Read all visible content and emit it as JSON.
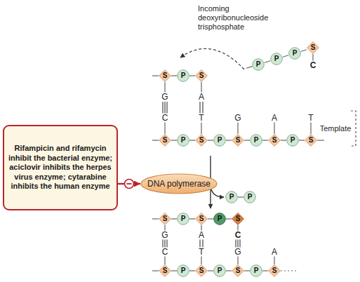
{
  "diagram": {
    "nodes": [
      {
        "text": [
          "P"
        ]
      },
      {
        "text": [
          "P"
        ]
      },
      {
        "text": [
          "P"
        ]
      },
      {
        "text": [
          "S"
        ]
      },
      {
        "text": [
          "S"
        ]
      },
      {
        "text": [
          "P"
        ]
      },
      {
        "text": [
          "S"
        ]
      },
      {
        "text": [
          "S"
        ]
      },
      {
        "text": [
          "P"
        ]
      },
      {
        "text": [
          "S"
        ]
      },
      {
        "text": [
          "P"
        ]
      },
      {
        "text": [
          "S"
        ]
      },
      {
        "text": [
          "P"
        ]
      },
      {
        "text": [
          "S"
        ]
      },
      {
        "text": [
          "P"
        ]
      },
      {
        "text": [
          "S"
        ]
      },
      {
        "text": [
          "Rifampicin and rifamycin inhibit the bacterial enzyme; aciclovir inhibits the herpes virus enzyme; cytarabine inhibits the human enzyme"
        ]
      },
      {
        "text": [
          "DNA polymerase"
        ]
      },
      {
        "text": [
          "P"
        ]
      },
      {
        "text": [
          "P"
        ]
      },
      {
        "text": [
          "S"
        ]
      },
      {
        "text": [
          "P"
        ]
      },
      {
        "text": [
          "S"
        ]
      },
      {
        "text": [
          "P"
        ]
      },
      {
        "text": [
          "S"
        ]
      },
      {
        "text": [
          "S"
        ]
      },
      {
        "text": [
          "P"
        ]
      },
      {
        "text": [
          "S"
        ]
      },
      {
        "text": [
          "P"
        ]
      },
      {
        "text": [
          "S"
        ]
      },
      {
        "text": [
          "P"
        ]
      },
      {
        "text": [
          "S"
        ]
      }
    ],
    "edges": [
      {
        "from": 0,
        "to": 1,
        "arrow": "none"
      },
      {
        "from": 1,
        "to": 2,
        "arrow": "none"
      },
      {
        "from": 2,
        "to": 3,
        "arrow": "none"
      },
      {
        "from": 4,
        "to": 5,
        "arrow": "none"
      },
      {
        "from": 5,
        "to": 6,
        "arrow": "none"
      },
      {
        "from": 7,
        "to": 8,
        "arrow": "none"
      },
      {
        "from": 8,
        "to": 9,
        "arrow": "none"
      },
      {
        "from": 9,
        "to": 10,
        "arrow": "none"
      },
      {
        "from": 10,
        "to": 11,
        "arrow": "none"
      },
      {
        "from": 11,
        "to": 12,
        "arrow": "none"
      },
      {
        "from": 12,
        "to": 13,
        "arrow": "none"
      },
      {
        "from": 13,
        "to": 14,
        "arrow": "none"
      },
      {
        "from": 14,
        "to": 15,
        "arrow": "none"
      },
      {
        "from": 16,
        "to": 17,
        "arrow": "to"
      },
      {
        "from": 18,
        "to": 19,
        "arrow": "none"
      },
      {
        "from": 20,
        "to": 21,
        "arrow": "none"
      },
      {
        "from": 21,
        "to": 22,
        "arrow": "none"
      },
      {
        "from": 22,
        "to": 23,
        "arrow": "none"
      },
      {
        "from": 23,
        "to": 24,
        "arrow": "none"
      },
      {
        "from": 25,
        "to": 26,
        "arrow": "none"
      },
      {
        "from": 26,
        "to": 27,
        "arrow": "none"
      },
      {
        "from": 27,
        "to": 28,
        "arrow": "none"
      },
      {
        "from": 28,
        "to": 29,
        "arrow": "none"
      },
      {
        "from": 29,
        "to": 30,
        "arrow": "none"
      },
      {
        "from": 30,
        "to": 31,
        "arrow": "none"
      }
    ],
    "labels": [
      "Incoming deoxyribonucleoside trisphosphate",
      "C",
      "G",
      "C",
      "A",
      "T",
      "G",
      "A",
      "T",
      "Template",
      "G",
      "C",
      "A",
      "T",
      "C",
      "G",
      "A"
    ]
  }
}
